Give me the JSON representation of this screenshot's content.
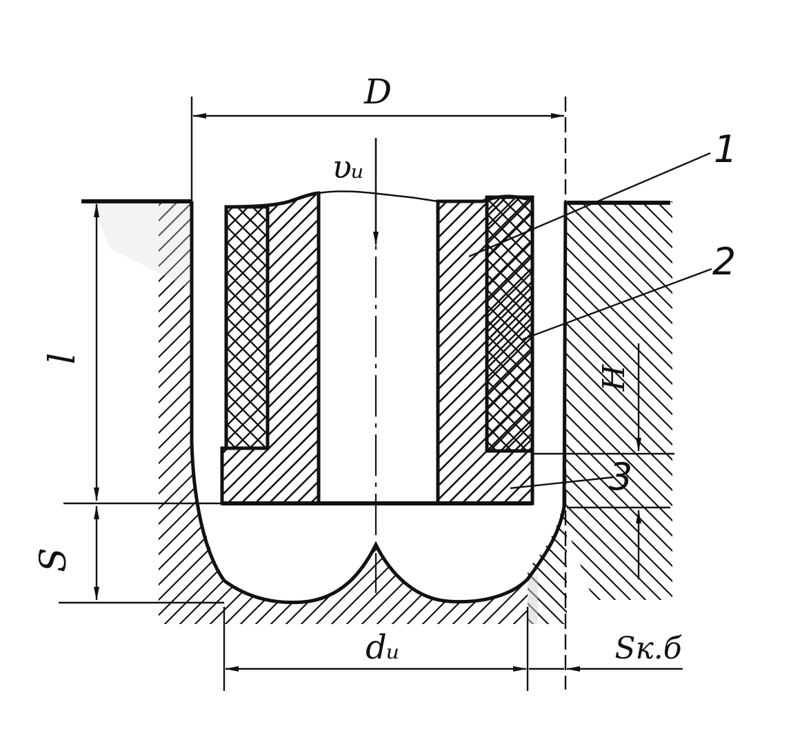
{
  "labels": {
    "D": "D",
    "v_u": "υᵤ",
    "l": "l",
    "S": "S",
    "H": "H",
    "d_u": "dᵤ",
    "S_kb": "Sк.б",
    "callout_1": "1",
    "callout_2": "2",
    "callout_3": "3"
  }
}
